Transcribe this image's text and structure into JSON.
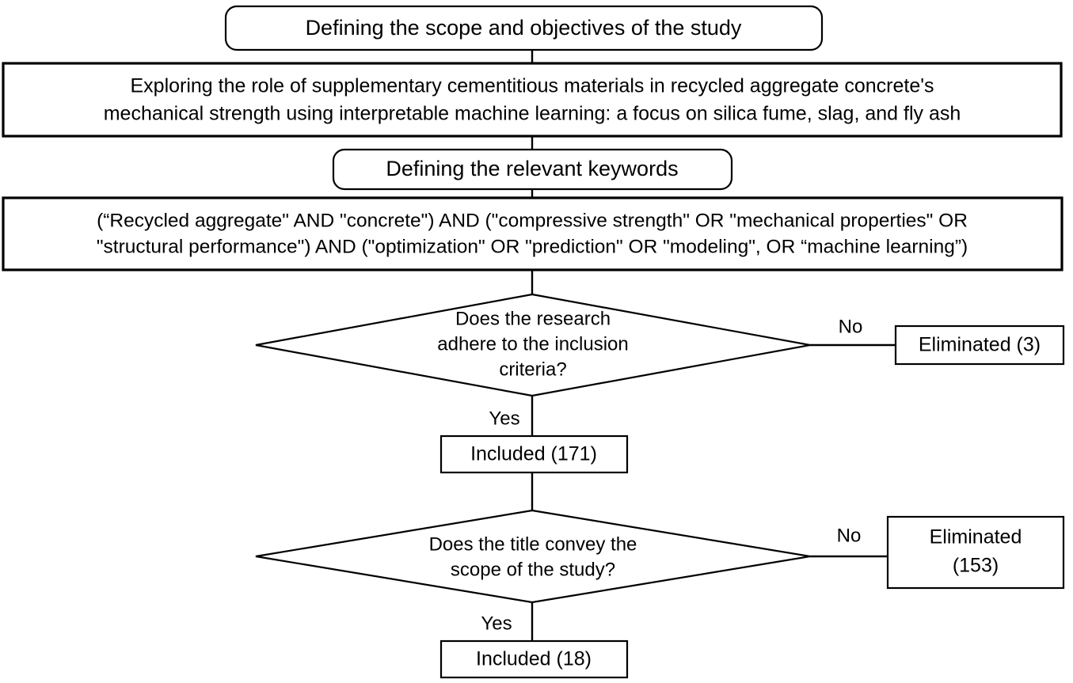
{
  "diagram": {
    "type": "flowchart",
    "title_context": "Literature review / PRISMA-style selection flowchart",
    "nodes": {
      "scope_step": {
        "shape": "rounded-rectangle",
        "label": "Defining the scope and objectives of the study"
      },
      "study_title": {
        "shape": "rectangle",
        "line1": "Exploring the role of supplementary cementitious materials in recycled aggregate concrete's",
        "line2": "mechanical strength using interpretable machine learning: a focus on silica fume, slag, and fly ash"
      },
      "keywords_step": {
        "shape": "rounded-rectangle",
        "label": "Defining the relevant keywords"
      },
      "keywords_query": {
        "shape": "rectangle",
        "line1": "(“Recycled aggregate\" AND \"concrete\") AND (\"compressive strength\" OR \"mechanical properties\" OR",
        "line2": "\"structural performance\") AND (\"optimization\" OR \"prediction\" OR \"modeling\", OR “machine learning”)"
      },
      "decision_inclusion": {
        "shape": "diamond",
        "line1": "Does the research",
        "line2": "adhere to the inclusion",
        "line3": "criteria?"
      },
      "eliminated_3": {
        "shape": "rectangle",
        "line1": "Eliminated (3)"
      },
      "included_171": {
        "shape": "rectangle",
        "line1": "Included (171)"
      },
      "decision_title": {
        "shape": "diamond",
        "line1": "Does the title convey the",
        "line2": "scope of the study?"
      },
      "eliminated_153": {
        "shape": "rectangle",
        "line1": "Eliminated",
        "line2": "(153)"
      },
      "included_18": {
        "shape": "rectangle",
        "line1": "Included (18)"
      }
    },
    "edge_labels": {
      "no_1": "No",
      "yes_1": "Yes",
      "no_2": "No",
      "yes_2": "Yes"
    },
    "colors": {
      "stroke": "#000000",
      "fill": "#ffffff",
      "text": "#000000"
    }
  }
}
